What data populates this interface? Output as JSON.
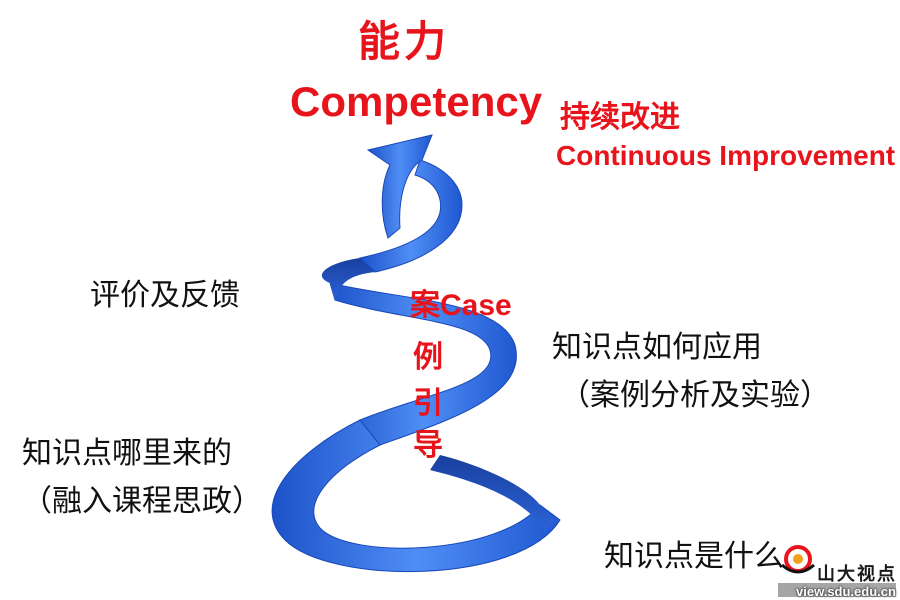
{
  "title": {
    "cn": "能力",
    "en": "Competency"
  },
  "improvement": {
    "cn": "持续改进",
    "en": "Continuous Improvement"
  },
  "case_guide": {
    "head": "案Case",
    "chars": [
      "例",
      "引",
      "导"
    ]
  },
  "steps": {
    "evaluation": "评价及反馈",
    "application_line1": "知识点如何应用",
    "application_line2": "（案例分析及实验）",
    "source_line1": "知识点哪里来的",
    "source_line2": "（融入课程思政）",
    "what": "知识点是什么"
  },
  "watermark": {
    "name": "山大视点",
    "url": "view.sdu.edu.cn"
  },
  "colors": {
    "accent_red": "#e8141b",
    "spiral_blue": "#2f6fe0",
    "text": "#111111"
  },
  "icons": {
    "spiral": "spiral-arrow-icon",
    "logo": "sdu-view-logo-icon"
  }
}
